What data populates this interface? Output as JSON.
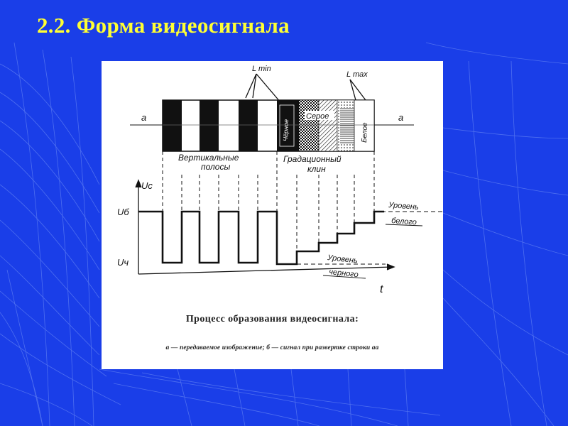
{
  "slide": {
    "title": "2.2. Форма видеосигнала"
  },
  "figure": {
    "label_lmin": "L min",
    "label_lmax": "L max",
    "label_a_left": "а",
    "label_a_right": "а",
    "label_black": "Чёрное",
    "label_gray": "Серое",
    "label_white": "Белое",
    "label_vertical_bars": "Вертикальные полосы",
    "label_vertical_bars_line1": "Вертикальные",
    "label_vertical_bars_line2": "полосы",
    "label_gradation_line1": "Градационный",
    "label_gradation_line2": "клин",
    "label_uc": "Uc",
    "label_ub": "Uб",
    "label_uch": "Uч",
    "label_white_level_line1": "Уровень",
    "label_white_level_line2": "белого",
    "label_black_level_line1": "Уровень",
    "label_black_level_line2": "черного",
    "label_t": "t",
    "caption_main": "Процесс образования видеосигнала:",
    "caption_sub": "а — передаваемое изображение; б — сигнал при развертке строки аа"
  },
  "colors": {
    "background": "#1a3ee8",
    "title": "#ffff33",
    "panel": "#ffffff"
  }
}
